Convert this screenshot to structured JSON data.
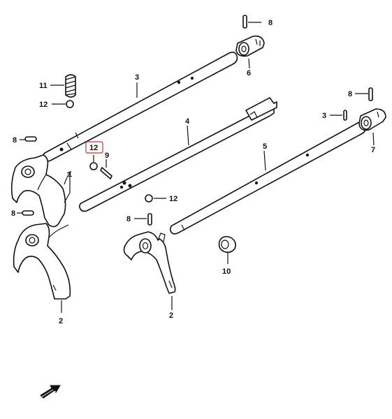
{
  "diagram": {
    "callouts": [
      {
        "id": "c-8-top",
        "text": "8"
      },
      {
        "id": "c-6",
        "text": "6"
      },
      {
        "id": "c-3-upper",
        "text": "3"
      },
      {
        "id": "c-11",
        "text": "11"
      },
      {
        "id": "c-12-left",
        "text": "12"
      },
      {
        "id": "c-8-right",
        "text": "8"
      },
      {
        "id": "c-3-right",
        "text": "3"
      },
      {
        "id": "c-4",
        "text": "4"
      },
      {
        "id": "c-8-left",
        "text": "8"
      },
      {
        "id": "c-12-highlight",
        "text": "12"
      },
      {
        "id": "c-9",
        "text": "9"
      },
      {
        "id": "c-7",
        "text": "7"
      },
      {
        "id": "c-5",
        "text": "5"
      },
      {
        "id": "c-1",
        "text": "1"
      },
      {
        "id": "c-12-mid",
        "text": "12"
      },
      {
        "id": "c-8-lower-left",
        "text": "8"
      },
      {
        "id": "c-8-mid",
        "text": "8"
      },
      {
        "id": "c-10",
        "text": "10"
      },
      {
        "id": "c-2-left",
        "text": "2"
      },
      {
        "id": "c-2-mid",
        "text": "2"
      }
    ],
    "highlight_color": "#c0392b",
    "icons": {
      "direction": "front-arrow-icon"
    }
  }
}
